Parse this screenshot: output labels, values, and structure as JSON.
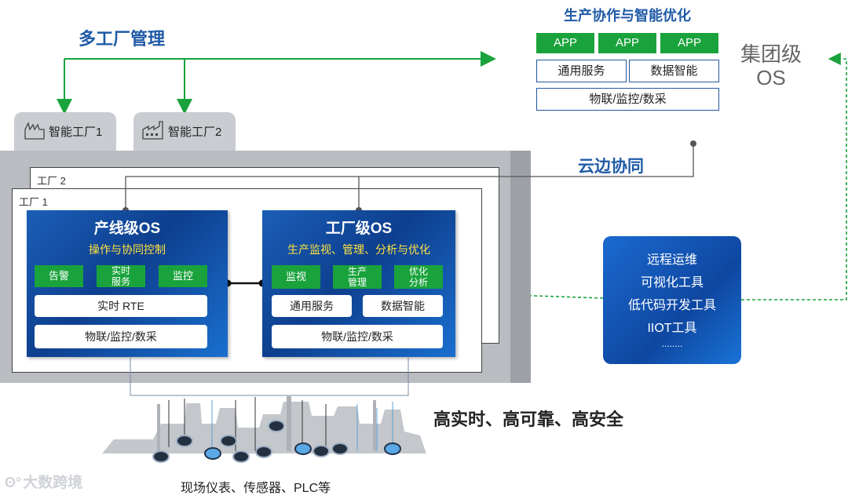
{
  "multi_factory": {
    "title": "多工厂管理"
  },
  "group_os": {
    "header": "生产协作与智能优化",
    "apps": [
      "APP",
      "APP",
      "APP"
    ],
    "services": [
      "通用服务",
      "数据智能"
    ],
    "bottom": "物联/监控/数采",
    "label_line1": "集团级",
    "label_line2": "OS"
  },
  "cloud_edge": "云边协同",
  "factory_tabs": [
    "智能工厂1",
    "智能工厂2"
  ],
  "factory_panels": [
    "工厂 2",
    "工厂 1"
  ],
  "line_os": {
    "title": "产线级OS",
    "subtitle": "操作与协同控制",
    "buttons": [
      "告警",
      "实时\n服务",
      "监控"
    ],
    "rte": "实时 RTE",
    "bottom": "物联/监控/数采"
  },
  "factory_os": {
    "title": "工厂级OS",
    "subtitle": "生产监视、管理、分析与优化",
    "buttons": [
      "监视",
      "生产\n管理",
      "优化\n分析"
    ],
    "services": [
      "通用服务",
      "数据智能"
    ],
    "bottom": "物联/监控/数采"
  },
  "tools": {
    "items": [
      "远程运维",
      "可视化工具",
      "低代码开发工具",
      "IIOT工具",
      "........"
    ]
  },
  "slogan": "高实时、高可靠、高安全",
  "field_devices": "现场仪表、传感器、PLC等",
  "watermark": "大数跨境",
  "colors": {
    "green": "#1aa33c",
    "blue": "#1f5aa6",
    "dark_blue": "#0e3f8e",
    "yellow": "#ffe23f"
  }
}
